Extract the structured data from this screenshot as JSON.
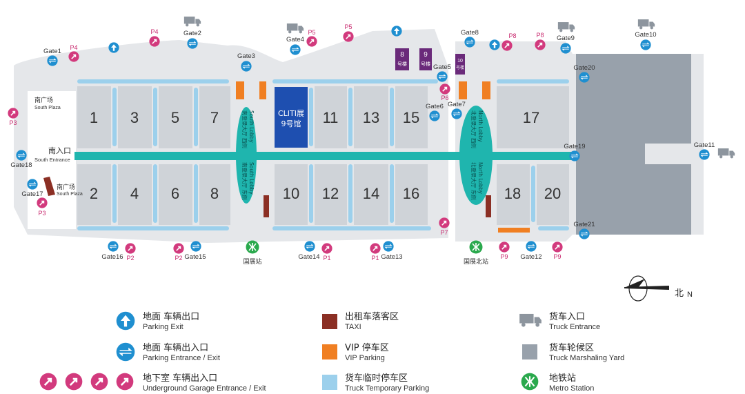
{
  "colors": {
    "hall": "#cfd3d8",
    "road": "#e3e5e8",
    "teal": "#1fb5ae",
    "truck_parking": "#9cd0ec",
    "vip": "#f07f22",
    "taxi": "#8b2f24",
    "marshaling": "#98a1ab",
    "cliti": "#1e4fb0",
    "hall8": "#6a2a7a",
    "blue_icon": "#1f8fd0",
    "pink_icon": "#d23a7d",
    "metro": "#2aa94d"
  },
  "halls": [
    "1",
    "3",
    "5",
    "7",
    "11",
    "13",
    "15",
    "17",
    "2",
    "4",
    "6",
    "8",
    "10",
    "12",
    "14",
    "16",
    "18",
    "20"
  ],
  "cliti": {
    "line1": "CLITI展",
    "line2": "9号馆"
  },
  "small_buildings": {
    "h8": {
      "num": "8",
      "unit": "号楼"
    },
    "h9": {
      "num": "9",
      "unit": "号楼"
    },
    "h10": {
      "num": "10",
      "unit": "号楼"
    }
  },
  "gates": {
    "g1": "Gate1",
    "g2": "Gate2",
    "g3": "Gate3",
    "g4": "Gate4",
    "g5": "Gate5",
    "g6": "Gate6",
    "g7": "Gate7",
    "g8": "Gate8",
    "g9": "Gate9",
    "g10": "Gate10",
    "g11": "Gate11",
    "g12": "Gate12",
    "g13": "Gate13",
    "g14": "Gate14",
    "g15": "Gate15",
    "g16": "Gate16",
    "g17": "Gate17",
    "g18": "Gate18",
    "g19": "Gate19",
    "g20": "Gate20",
    "g21": "Gate21"
  },
  "parking": {
    "p4a": "P4",
    "p4b": "P4",
    "p5a": "P5",
    "p5b": "P5",
    "p3a": "P3",
    "p3b": "P3",
    "p6": "P6",
    "p7": "P7",
    "p8a": "P8",
    "p8b": "P8",
    "p2a": "P2",
    "p2b": "P2",
    "p1a": "P1",
    "p1b": "P1",
    "p9a": "P9",
    "p9b": "P9"
  },
  "plaza": {
    "north_cn": "南广场",
    "north_en": "South Plaza",
    "south_cn": "南广场",
    "south_en": "South Plaza",
    "entrance_cn": "南入口",
    "entrance_en": "South Entrance"
  },
  "lobbies": {
    "sw_cn": "南登录大厅 西侧",
    "se_cn": "南登录大厅 东侧",
    "s_en": "South Lobby",
    "nw_cn": "北登录大厅 西侧",
    "ne_cn": "北登录大厅 东侧",
    "n_en": "North Lobby"
  },
  "stations": {
    "guozhan": "国展站",
    "guozhan_north": "国展北站"
  },
  "compass": {
    "cn": "北",
    "en": "N"
  },
  "legend": {
    "parking_exit_cn": "地面 车辆出口",
    "parking_exit_en": "Parking Exit",
    "parking_ee_cn": "地面 车辆出入口",
    "parking_ee_en": "Parking Entrance / Exit",
    "underground_cn": "地下室 车辆出入口",
    "underground_en": "Underground Garage Entrance / Exit",
    "taxi_cn": "出租车落客区",
    "taxi_en": "TAXI",
    "vip_cn": "VIP 停车区",
    "vip_en": "VIP Parking",
    "truck_tmp_cn": "货车临时停车区",
    "truck_tmp_en": "Truck Temporary Parking",
    "truck_ent_cn": "货车入口",
    "truck_ent_en": "Truck Entrance",
    "marshal_cn": "货车轮候区",
    "marshal_en": "Truck Marshaling Yard",
    "metro_cn": "地铁站",
    "metro_en": "Metro Station"
  }
}
